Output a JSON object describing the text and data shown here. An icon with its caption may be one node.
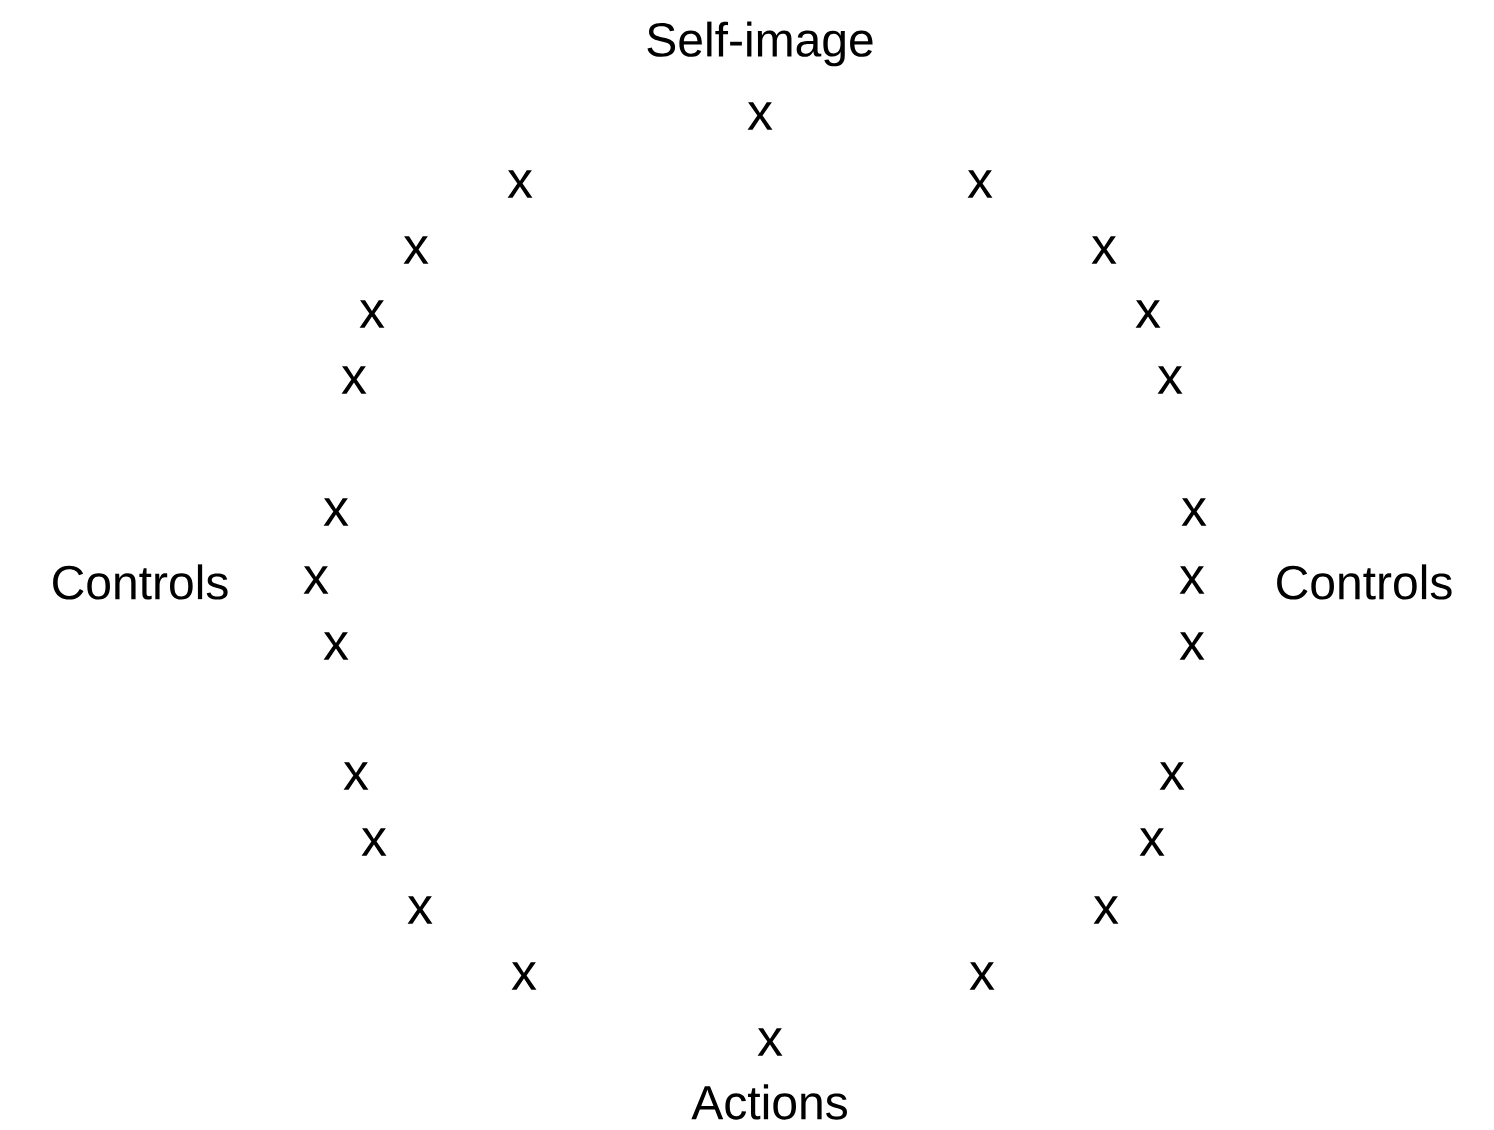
{
  "diagram": {
    "labels": [
      "Self-image",
      "x",
      "x",
      "x",
      "x",
      "x",
      "x",
      "x",
      "x",
      "x",
      "x",
      "x",
      "Controls",
      "x",
      "x",
      "Controls",
      "x",
      "x",
      "x",
      "x",
      "x",
      "x",
      "x",
      "x",
      "x",
      "x",
      "x",
      "Actions"
    ]
  }
}
